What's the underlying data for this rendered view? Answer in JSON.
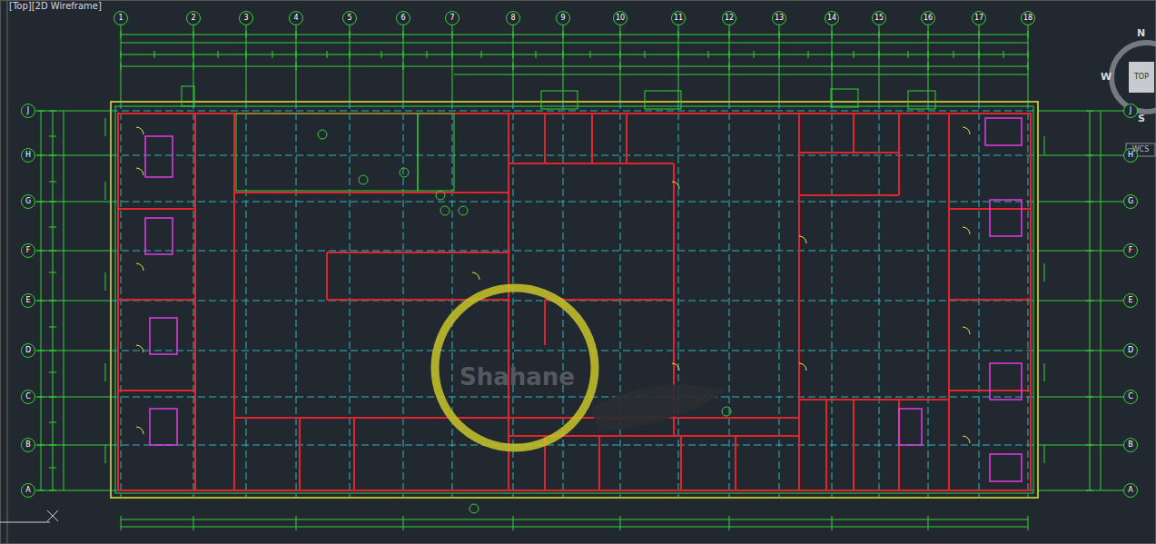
{
  "diagram": {
    "nodes": [
      {
        "text": [
          "1"
        ]
      },
      {
        "text": [
          "2"
        ]
      },
      {
        "text": [
          "3"
        ]
      },
      {
        "text": [
          "4"
        ]
      },
      {
        "text": [
          "5"
        ]
      },
      {
        "text": [
          "6"
        ]
      },
      {
        "text": [
          "7"
        ]
      },
      {
        "text": [
          "8"
        ]
      },
      {
        "text": [
          "9"
        ]
      },
      {
        "text": [
          "10"
        ]
      },
      {
        "text": [
          "11"
        ]
      },
      {
        "text": [
          "12"
        ]
      },
      {
        "text": [
          "13"
        ]
      },
      {
        "text": [
          "14"
        ]
      },
      {
        "text": [
          "15"
        ]
      },
      {
        "text": [
          "16"
        ]
      },
      {
        "text": [
          "17"
        ]
      },
      {
        "text": [
          "18"
        ]
      },
      {
        "text": [
          "J"
        ]
      },
      {
        "text": [
          "J"
        ]
      },
      {
        "text": [
          "H"
        ]
      },
      {
        "text": [
          "H"
        ]
      },
      {
        "text": [
          "G"
        ]
      },
      {
        "text": [
          "G"
        ]
      },
      {
        "text": [
          "F"
        ]
      },
      {
        "text": [
          "F"
        ]
      },
      {
        "text": [
          "E"
        ]
      },
      {
        "text": [
          "E"
        ]
      },
      {
        "text": [
          "D"
        ]
      },
      {
        "text": [
          "D"
        ]
      },
      {
        "text": [
          "C"
        ]
      },
      {
        "text": [
          "C"
        ]
      },
      {
        "text": [
          "B"
        ]
      },
      {
        "text": [
          "B"
        ]
      },
      {
        "text": [
          "A"
        ]
      },
      {
        "text": [
          "A"
        ]
      },
      {
        "text": [
          "TOP"
        ]
      },
      {
        "text": [
          "WCS"
        ]
      }
    ],
    "labels": [
      "[Top][2D Wireframe]",
      "N",
      "W",
      "S",
      "Shahane"
    ]
  }
}
